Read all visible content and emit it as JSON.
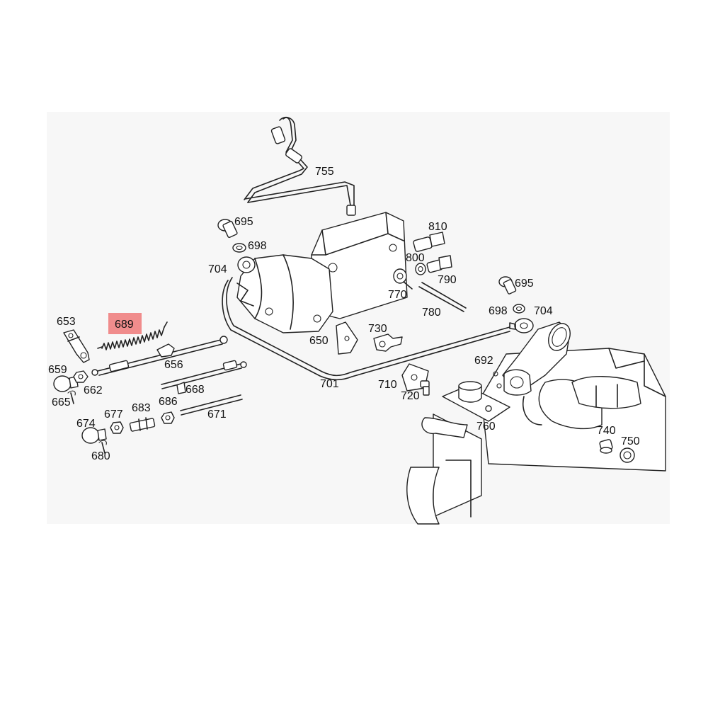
{
  "diagram": {
    "highlighted_part": "689",
    "colors": {
      "highlight": "#f08c8c",
      "panel": "#f7f7f7",
      "line": "#222222"
    },
    "labels": {
      "p755": "755",
      "p695a": "695",
      "p698a": "698",
      "p704a": "704",
      "p810": "810",
      "p800": "800",
      "p790": "790",
      "p770": "770",
      "p780": "780",
      "p695b": "695",
      "p698b": "698",
      "p704b": "704",
      "p653": "653",
      "p689": "689",
      "p656": "656",
      "p650": "650",
      "p730": "730",
      "p659": "659",
      "p662": "662",
      "p665": "665",
      "p668": "668",
      "p701": "701",
      "p710": "710",
      "p720": "720",
      "p692": "692",
      "p674": "674",
      "p677": "677",
      "p683": "683",
      "p686": "686",
      "p671": "671",
      "p760": "760",
      "p680": "680",
      "p740": "740",
      "p750": "750"
    }
  }
}
